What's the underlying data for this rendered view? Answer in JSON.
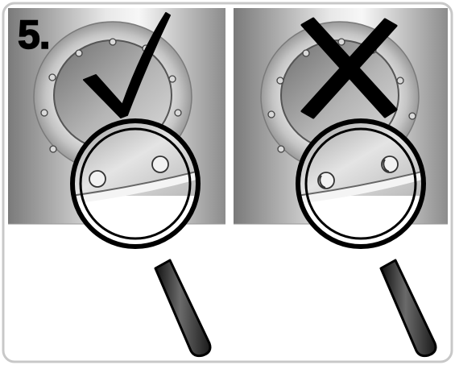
{
  "step": {
    "number_label": "5."
  },
  "panels": [
    {
      "verdict": "correct",
      "mark_icon": "checkmark-icon",
      "bolt_condition": "clean-bolts"
    },
    {
      "verdict": "incorrect",
      "mark_icon": "x-cross-icon",
      "bolt_condition": "damaged-bolts"
    }
  ],
  "colors": {
    "outline": "#000000",
    "frame_border": "#c8c8c8",
    "background": "#ffffff",
    "metal_light": "#f2f2f2",
    "metal_dark": "#8a8a8a"
  }
}
